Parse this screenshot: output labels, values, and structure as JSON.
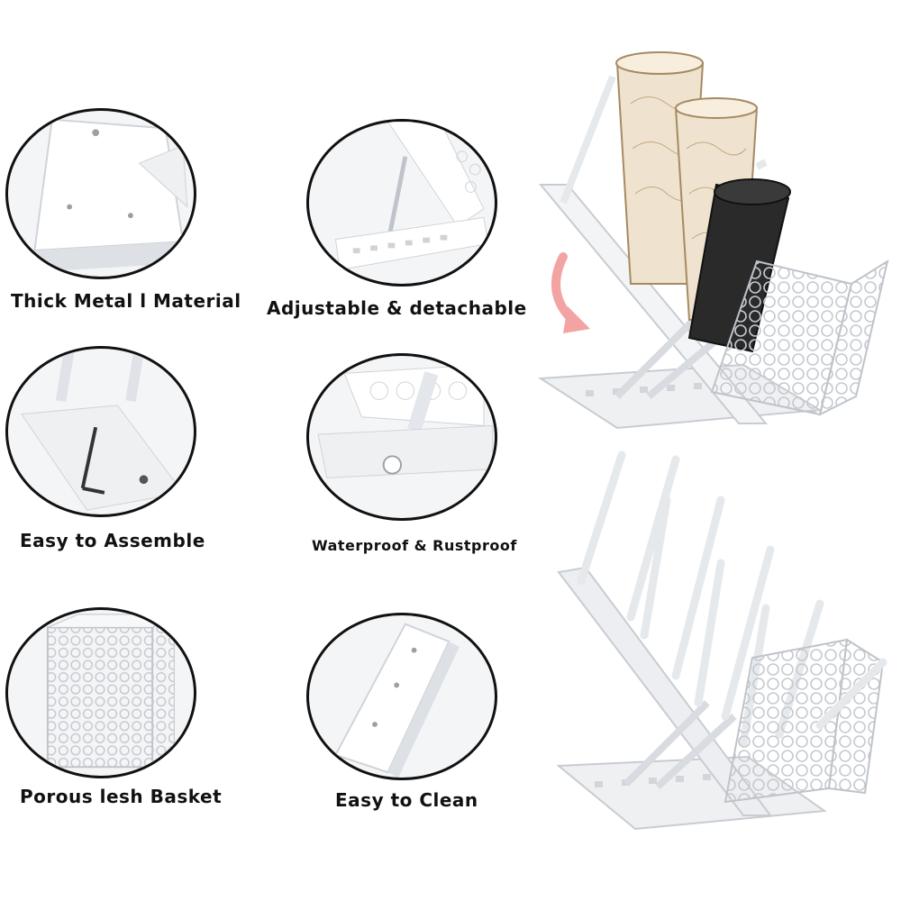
{
  "features": [
    {
      "label": "Thick Metal l Material",
      "icon": "metal-sheet-closeup"
    },
    {
      "label": "Adjustable & detachable",
      "icon": "adjustable-stand-closeup"
    },
    {
      "label": "Easy to Assemble",
      "icon": "assembly-screw-closeup"
    },
    {
      "label": "Waterproof & Rustproof",
      "icon": "hinge-joint-closeup"
    },
    {
      "label": "Porous lesh Basket",
      "icon": "mesh-basket-closeup"
    },
    {
      "label": "Easy to Clean",
      "icon": "flat-panel-closeup"
    }
  ],
  "colors": {
    "metal": "#e9ebee",
    "outline": "#111111",
    "arrow": "#f4a3a3",
    "cup_black": "#2a2a2a"
  }
}
